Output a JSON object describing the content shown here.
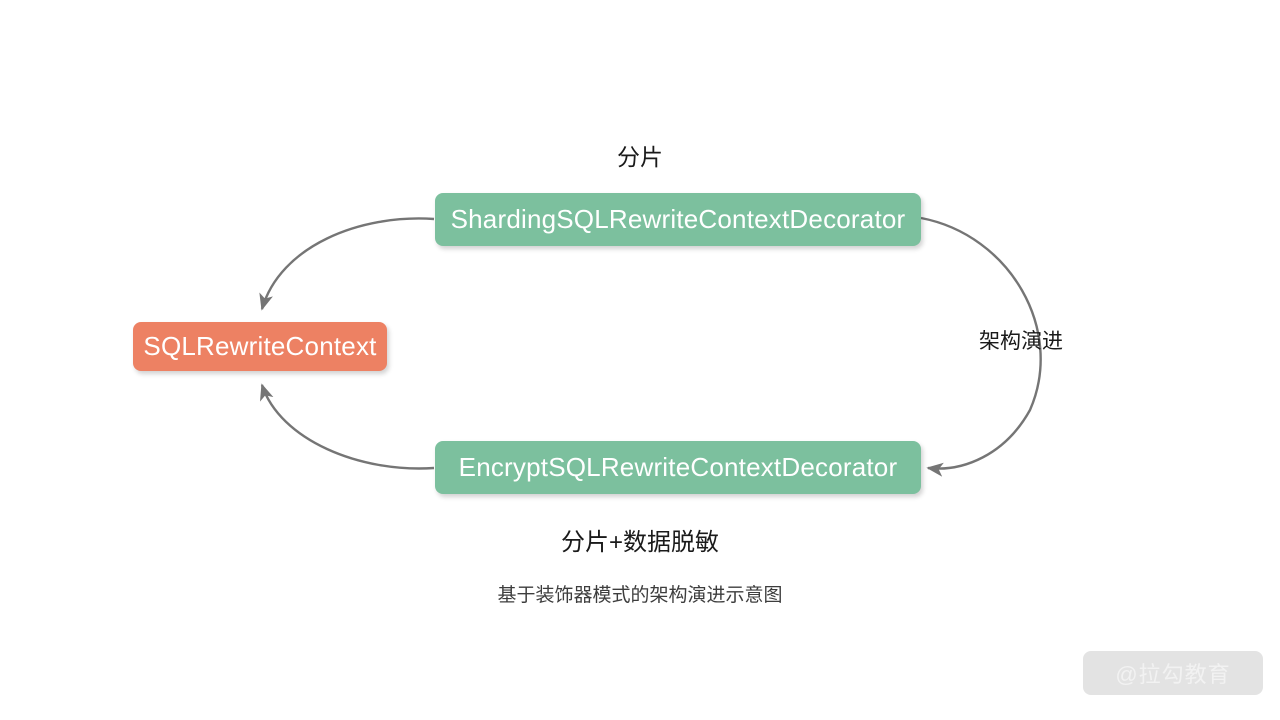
{
  "diagram": {
    "caption": "基于装饰器模式的架构演进示意图",
    "nodes": [
      {
        "id": "sharding",
        "label": "ShardingSQLRewriteContextDecorator",
        "color": "#7cc09e",
        "text_color": "#ffffff"
      },
      {
        "id": "encrypt",
        "label": "EncryptSQLRewriteContextDecorator",
        "color": "#7cc09e",
        "text_color": "#ffffff"
      },
      {
        "id": "context",
        "label": "SQLRewriteContext",
        "color": "#ed8163",
        "text_color": "#ffffff"
      }
    ],
    "edge_labels": {
      "top": "分片",
      "bottom": "分片+数据脱敏",
      "right": "架构演进"
    },
    "edges": [
      {
        "from": "sharding",
        "to": "context",
        "label": "分片",
        "arrow": "to"
      },
      {
        "from": "encrypt",
        "to": "context",
        "label": "分片+数据脱敏",
        "arrow": "to"
      },
      {
        "from": "sharding",
        "to": "encrypt",
        "label": "架构演进",
        "arrow": "to"
      }
    ],
    "edge_color": "#757575"
  },
  "watermark": {
    "text": "@拉勾教育"
  }
}
